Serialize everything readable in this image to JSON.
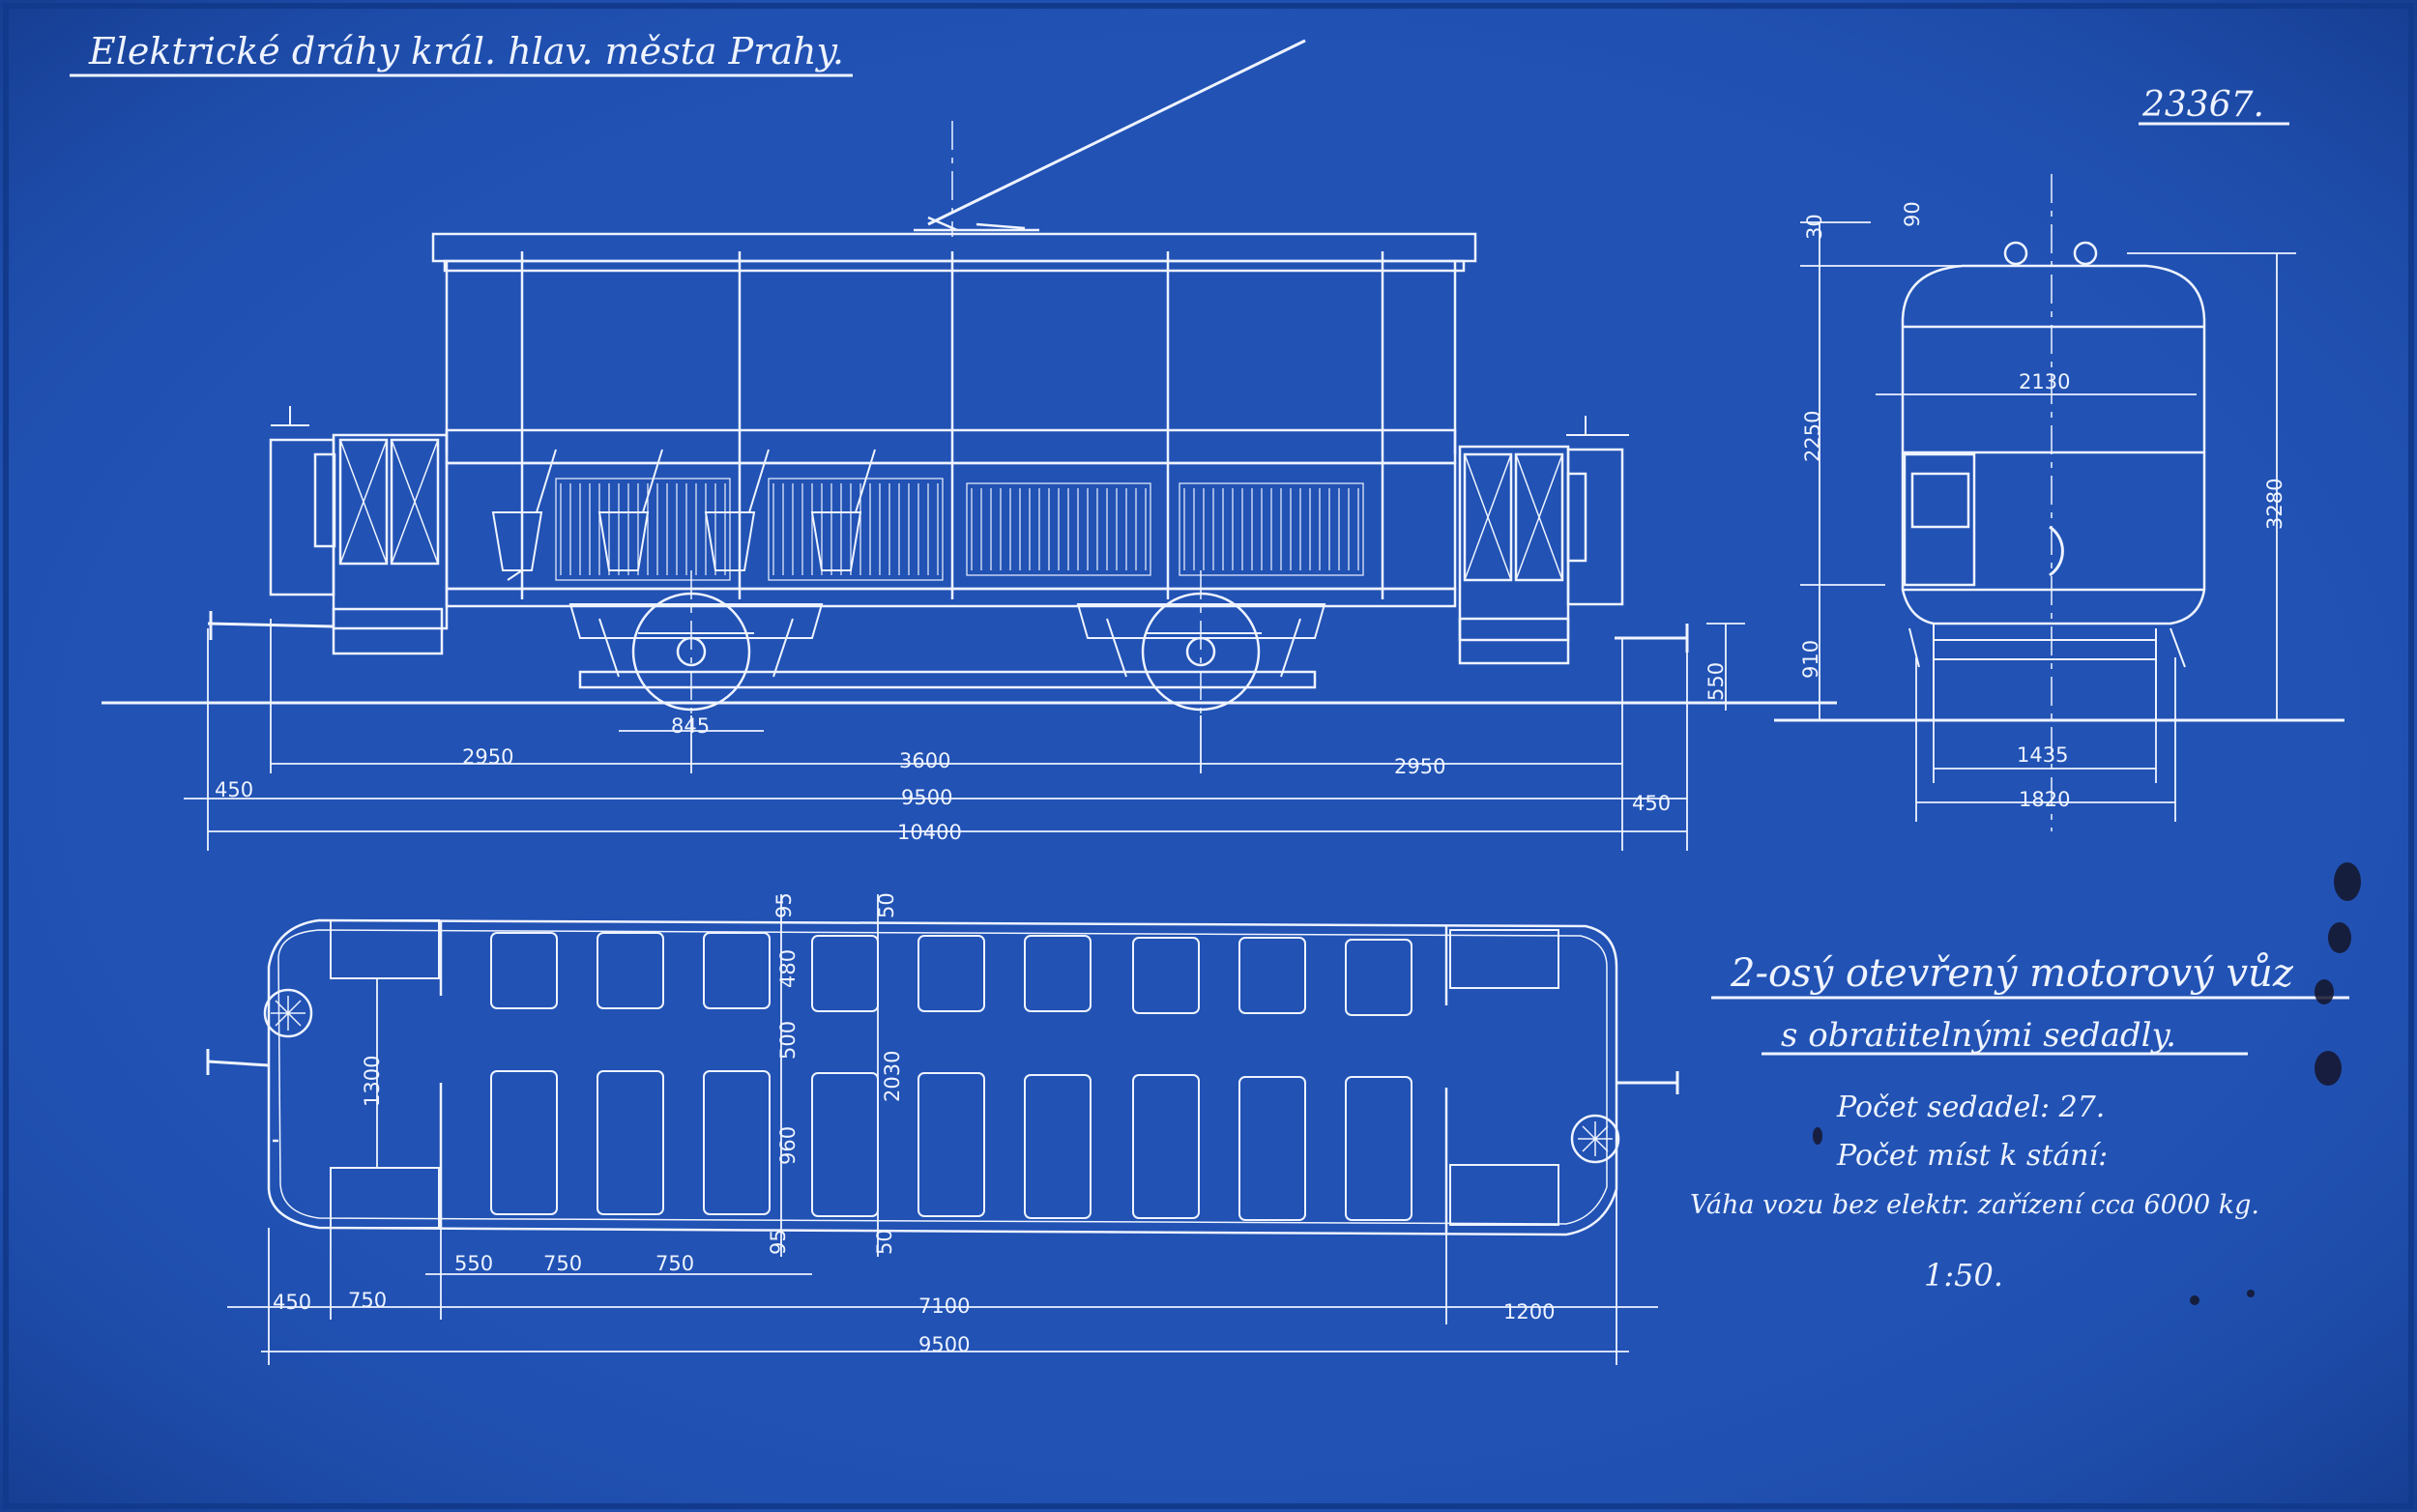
{
  "header": {
    "company": "Elektrické dráhy král. hlav. města Prahy.",
    "drawing_number": "23367."
  },
  "title_block": {
    "line1": "2-osý otevřený motorový vůz",
    "line2": "s obratitelnými sedadly.",
    "seats": "Počet sedadel: 27.",
    "standing": "Počet míst k stání:",
    "weight": "Váha vozu bez elektr. zařízení cca 6000 kg.",
    "scale": "1:50."
  },
  "side_view": {
    "dims": {
      "axle_box": "845",
      "overhang_left": "2950",
      "wheelbase": "3600",
      "overhang_right": "2950",
      "buffer_left": "450",
      "body_length": "9500",
      "buffer_right": "450",
      "total_length": "10400",
      "floor_height": "550"
    }
  },
  "end_view": {
    "dims": {
      "roof_top": "30",
      "trolley_base": "90",
      "body_height": "2250",
      "inner_width": "2130",
      "total_height": "3280",
      "underframe": "910",
      "gauge": "1435",
      "width": "1820"
    }
  },
  "plan_view": {
    "dims": {
      "aisle_width": "1300",
      "seat_back": "95",
      "wall": "50",
      "seat_upper": "480",
      "aisle_mid": "500",
      "inner_width": "2030",
      "seat_lower": "960",
      "seat_back_lower": "95",
      "wall_lower": "50",
      "pitch1": "550",
      "pitch2": "750",
      "pitch3": "750",
      "buffer": "450",
      "platform": "750",
      "saloon": "7100",
      "platform_right": "1200",
      "body_length": "9500"
    }
  },
  "colors": {
    "paper": "#1f4fb0",
    "ink": "#eef3ff",
    "stain": "#1a1a2a"
  }
}
